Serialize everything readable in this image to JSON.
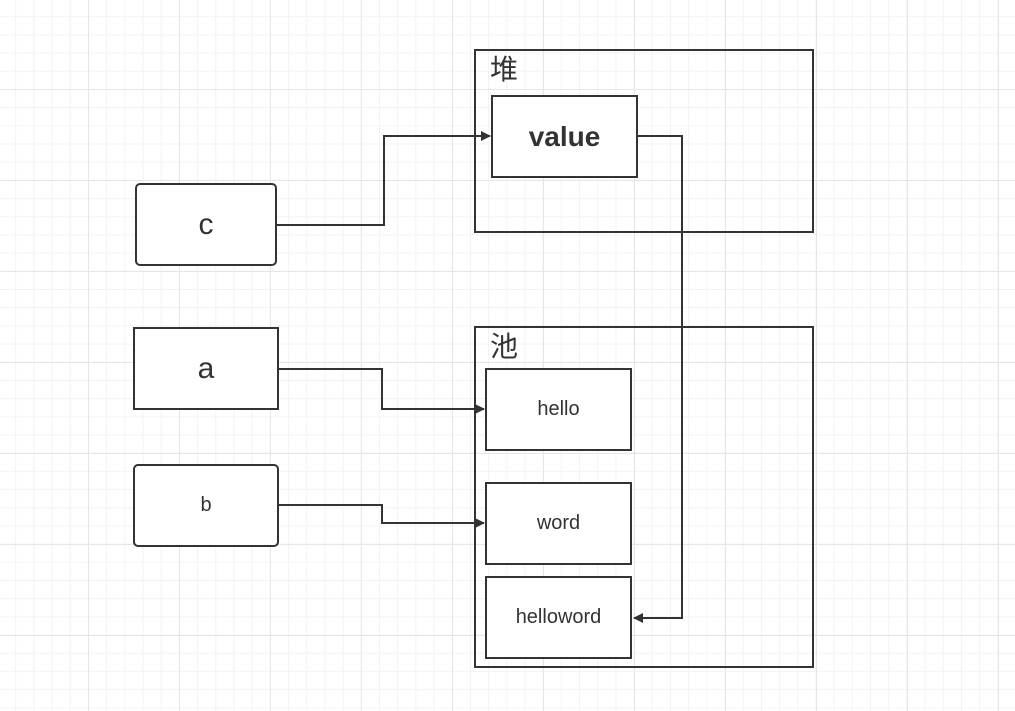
{
  "heap": {
    "label": "堆",
    "value_label": "value"
  },
  "pool": {
    "label": "池",
    "items": [
      "hello",
      "word",
      "helloword"
    ]
  },
  "variables": {
    "c": "c",
    "a": "a",
    "b": "b"
  },
  "colors": {
    "stroke": "#333333",
    "grid": "#e6e6e6",
    "background": "#ffffff"
  }
}
